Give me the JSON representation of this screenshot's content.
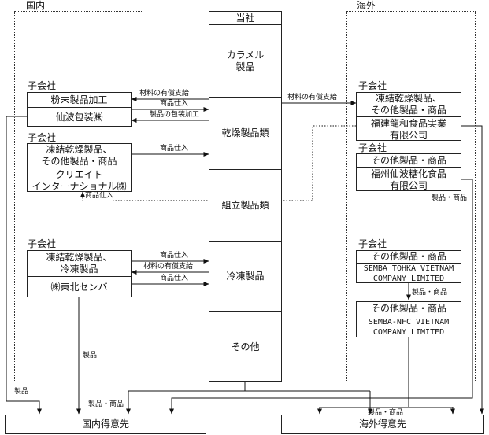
{
  "regions": {
    "domestic": "国内",
    "overseas": "海外"
  },
  "company": {
    "title": "当社",
    "segments": [
      "カラメル\n製品",
      "乾燥製品類",
      "組立製品類",
      "冷凍製品",
      "その他"
    ]
  },
  "subsidiary_label": "子会社",
  "domestic_subsidiaries": [
    {
      "products": "粉末製品加工",
      "name": "仙波包装㈱"
    },
    {
      "products": "凍結乾燥製品、\nその他製品・商品",
      "name": "クリエイト\nインターナショナル㈱"
    },
    {
      "products": "凍結乾燥製品、\n冷凍製品",
      "name": "㈱東北センバ"
    }
  ],
  "overseas_subsidiaries": [
    {
      "products": "凍結乾燥製品、\nその他製品・商品",
      "name": "福建龍和食品実業\n有限公司"
    },
    {
      "products": "その他製品・商品",
      "name": "福州仙波糖化食品\n有限公司"
    },
    {
      "products": "その他製品・商品",
      "name": "SEMBA TOHKA VIETNAM\nCOMPANY LIMITED"
    },
    {
      "products": "その他製品・商品",
      "name": "SEMBA-NFC VIETNAM\nCOMPANY LIMITED"
    }
  ],
  "flows": {
    "paid_materials": "材料の有償支給",
    "goods_purchase": "商品仕入",
    "product_packaging": "製品の包装加工",
    "products": "製品",
    "products_goods": "製品・商品"
  },
  "customers": {
    "domestic": "国内得意先",
    "overseas": "海外得意先"
  }
}
